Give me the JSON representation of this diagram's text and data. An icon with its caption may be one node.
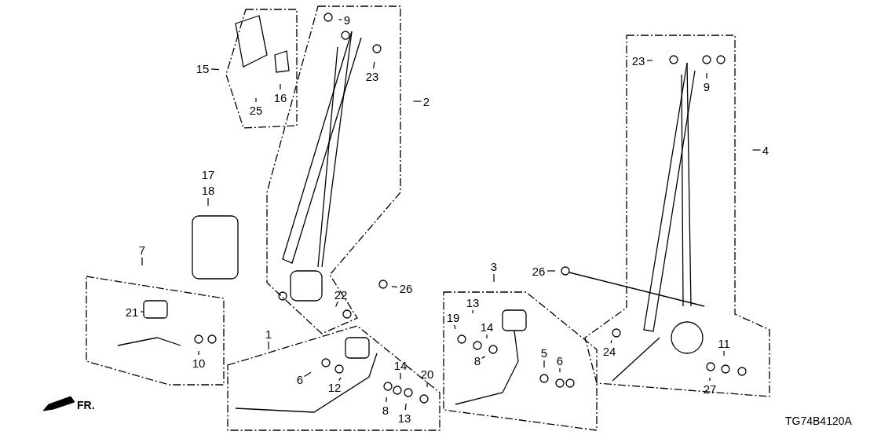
{
  "diagram": {
    "nodes": [
      {
        "text": [
          "9"
        ]
      },
      {
        "text": [
          "23"
        ]
      },
      {
        "text": [
          "15"
        ]
      },
      {
        "text": [
          "16"
        ]
      },
      {
        "text": [
          "25"
        ]
      },
      {
        "text": [
          "2"
        ]
      },
      {
        "text": [
          "23"
        ]
      },
      {
        "text": [
          "9"
        ]
      },
      {
        "text": [
          "4"
        ]
      },
      {
        "text": [
          "17"
        ]
      },
      {
        "text": [
          "18"
        ]
      },
      {
        "text": [
          "7"
        ]
      },
      {
        "text": [
          "3"
        ]
      },
      {
        "text": [
          "26"
        ]
      },
      {
        "text": [
          "22"
        ]
      },
      {
        "text": [
          "26"
        ]
      },
      {
        "text": [
          "13"
        ]
      },
      {
        "text": [
          "21"
        ]
      },
      {
        "text": [
          "19"
        ]
      },
      {
        "text": [
          "14"
        ]
      },
      {
        "text": [
          "1"
        ]
      },
      {
        "text": [
          "24"
        ]
      },
      {
        "text": [
          "11"
        ]
      },
      {
        "text": [
          "10"
        ]
      },
      {
        "text": [
          "5"
        ]
      },
      {
        "text": [
          "6"
        ]
      },
      {
        "text": [
          "8"
        ]
      },
      {
        "text": [
          "6"
        ]
      },
      {
        "text": [
          "12"
        ]
      },
      {
        "text": [
          "14"
        ]
      },
      {
        "text": [
          "20"
        ]
      },
      {
        "text": [
          "27"
        ]
      },
      {
        "text": [
          "8"
        ]
      },
      {
        "text": [
          "13"
        ]
      }
    ],
    "edges": [
      {
        "from": 0,
        "to": null,
        "arrow": "none"
      },
      {
        "from": 1,
        "to": null,
        "arrow": "none"
      },
      {
        "from": 2,
        "to": null,
        "arrow": "none"
      },
      {
        "from": 3,
        "to": null,
        "arrow": "none"
      },
      {
        "from": 4,
        "to": null,
        "arrow": "none"
      },
      {
        "from": 5,
        "to": null,
        "arrow": "none"
      },
      {
        "from": 6,
        "to": null,
        "arrow": "none"
      },
      {
        "from": 7,
        "to": null,
        "arrow": "none"
      },
      {
        "from": 8,
        "to": null,
        "arrow": "none"
      },
      {
        "from": 10,
        "to": null,
        "arrow": "none"
      },
      {
        "from": 11,
        "to": null,
        "arrow": "none"
      },
      {
        "from": 12,
        "to": null,
        "arrow": "none"
      },
      {
        "from": 13,
        "to": null,
        "arrow": "none"
      },
      {
        "from": 14,
        "to": null,
        "arrow": "none"
      },
      {
        "from": 15,
        "to": null,
        "arrow": "none"
      },
      {
        "from": 16,
        "to": null,
        "arrow": "none"
      },
      {
        "from": 17,
        "to": null,
        "arrow": "none"
      },
      {
        "from": 18,
        "to": null,
        "arrow": "none"
      },
      {
        "from": 19,
        "to": null,
        "arrow": "none"
      },
      {
        "from": 20,
        "to": null,
        "arrow": "none"
      },
      {
        "from": 21,
        "to": null,
        "arrow": "none"
      },
      {
        "from": 22,
        "to": null,
        "arrow": "none"
      },
      {
        "from": 23,
        "to": null,
        "arrow": "none"
      },
      {
        "from": 24,
        "to": null,
        "arrow": "none"
      },
      {
        "from": 25,
        "to": null,
        "arrow": "none"
      },
      {
        "from": 26,
        "to": null,
        "arrow": "none"
      },
      {
        "from": 27,
        "to": null,
        "arrow": "none"
      },
      {
        "from": 28,
        "to": null,
        "arrow": "none"
      },
      {
        "from": 29,
        "to": null,
        "arrow": "none"
      },
      {
        "from": 30,
        "to": null,
        "arrow": "none"
      },
      {
        "from": 31,
        "to": null,
        "arrow": "none"
      },
      {
        "from": 32,
        "to": null,
        "arrow": "none"
      },
      {
        "from": 33,
        "to": null,
        "arrow": "none"
      }
    ],
    "labels": [
      "FR.",
      "TG74B4120A"
    ]
  }
}
